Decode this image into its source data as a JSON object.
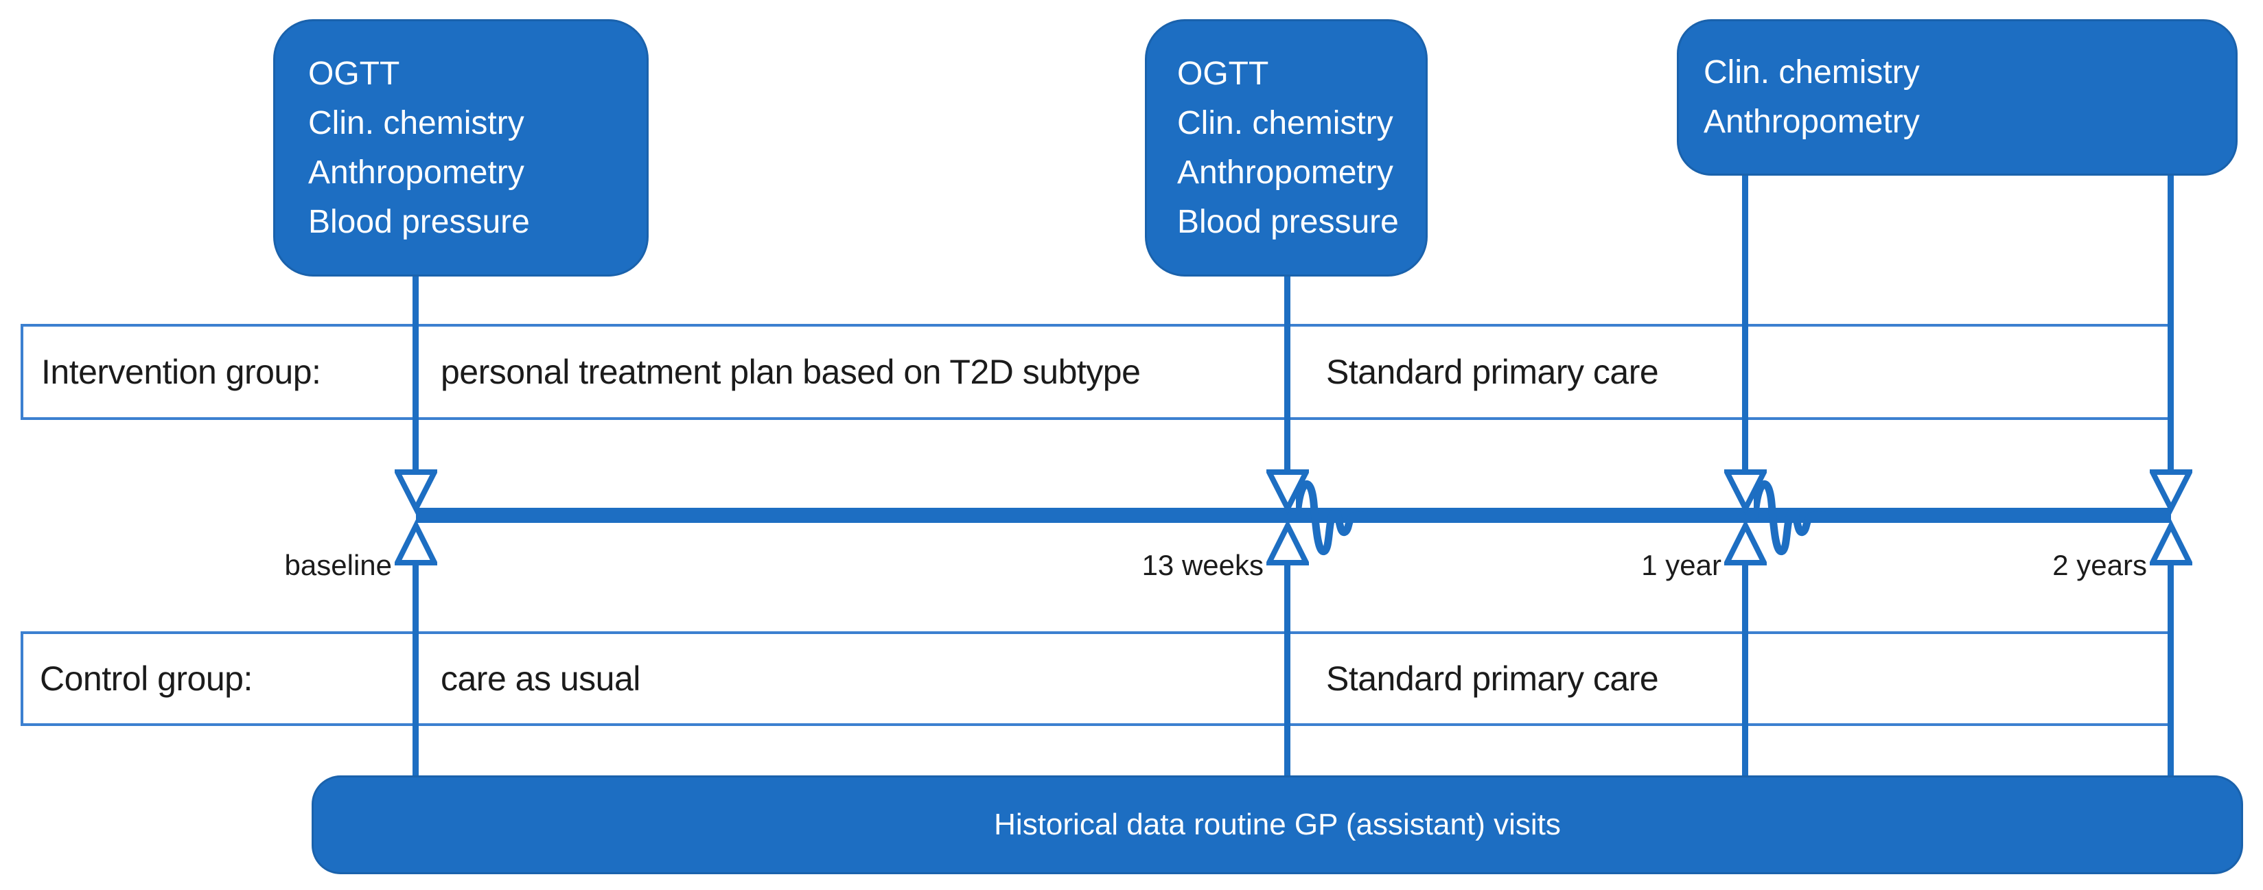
{
  "colors": {
    "primary_blue": "#1d6ec2",
    "row_border_blue": "#3c80d0",
    "box_edge_blue": "#1a62ac",
    "text_black": "#1b1b1b",
    "text_white": "#ffffff"
  },
  "measurement_boxes": [
    {
      "id": "baseline-box",
      "lines": [
        "OGTT",
        "Clin. chemistry",
        "Anthropometry",
        "Blood pressure"
      ]
    },
    {
      "id": "week13-box",
      "lines": [
        "OGTT",
        "Clin. chemistry",
        "Anthropometry",
        "Blood pressure"
      ]
    },
    {
      "id": "followup-box",
      "lines": [
        "Clin. chemistry",
        "Anthropometry"
      ]
    }
  ],
  "rows": {
    "intervention": {
      "label": "Intervention group:",
      "phase1": "personal treatment plan based on T2D subtype",
      "phase2": "Standard primary care"
    },
    "control": {
      "label": "Control group:",
      "phase1": "care as usual",
      "phase2": "Standard primary care"
    }
  },
  "timeline": {
    "points": [
      {
        "label": "baseline",
        "break_after": false
      },
      {
        "label": "13 weeks",
        "break_after": true
      },
      {
        "label": "1 year",
        "break_after": true
      },
      {
        "label": "2 years",
        "break_after": false
      }
    ]
  },
  "footer_bar": {
    "label": "Historical data routine GP (assistant) visits"
  }
}
